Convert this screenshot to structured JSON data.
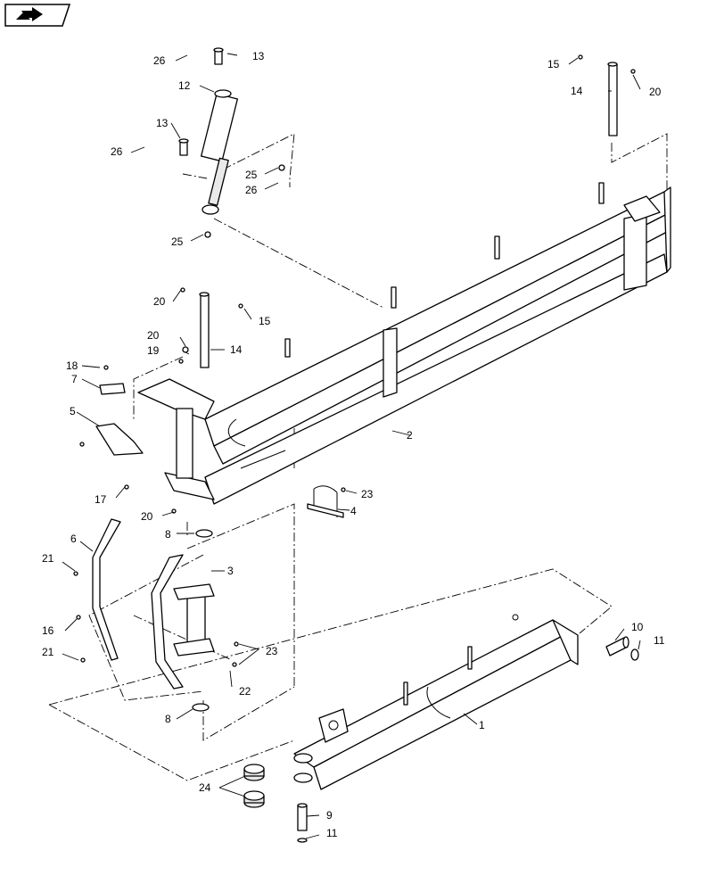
{
  "nav_icon": "next-page-arrow-icon",
  "callouts": {
    "c1": "1",
    "c2": "2",
    "c3": "3",
    "c4": "4",
    "c5": "5",
    "c6": "6",
    "c7": "7",
    "c8a": "8",
    "c8b": "8",
    "c9": "9",
    "c10": "10",
    "c11a": "11",
    "c11b": "11",
    "c12": "12",
    "c13a": "13",
    "c13b": "13",
    "c14a": "14",
    "c14b": "14",
    "c15a": "15",
    "c15b": "15",
    "c16": "16",
    "c17": "17",
    "c18": "18",
    "c19": "19",
    "c20a": "20",
    "c20b": "20",
    "c20c": "20",
    "c20d": "20",
    "c21a": "21",
    "c21b": "21",
    "c22": "22",
    "c23a": "23",
    "c23b": "23",
    "c24": "24",
    "c25a": "25",
    "c25b": "25",
    "c26a": "26",
    "c26b": "26",
    "c26c": "26"
  }
}
